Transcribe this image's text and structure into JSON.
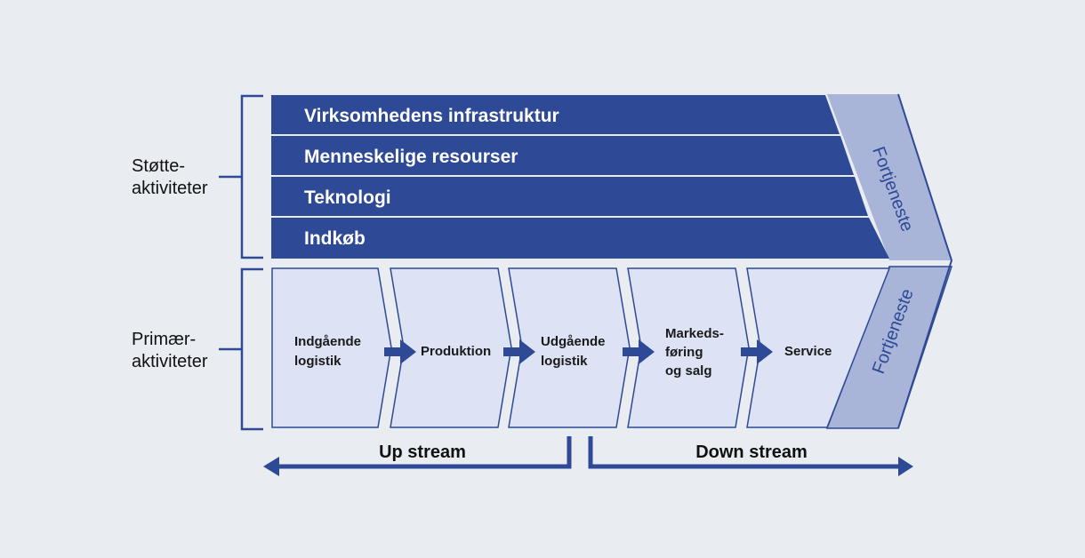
{
  "support_group": {
    "line1": "Støtte-",
    "line2": "aktiviteter"
  },
  "primary_group": {
    "line1": "Primær-",
    "line2": "aktiviteter"
  },
  "support_activities": [
    "Virksomhedens infrastruktur",
    "Menneskelige resourser",
    "Teknologi",
    "Indkøb"
  ],
  "primary_activities": [
    [
      "Indgående",
      "logistik"
    ],
    [
      "Produktion"
    ],
    [
      "Udgående",
      "logistik"
    ],
    [
      "Markeds-",
      "føring",
      "og salg"
    ],
    [
      "Service"
    ]
  ],
  "margin_upper": "Fortjeneste",
  "margin_lower": "Fortjeneste",
  "upstream": "Up stream",
  "downstream": "Down stream",
  "colors": {
    "dark_blue": "#2e4a96",
    "light_block": "#dde2f5",
    "margin": "#a8b4d8",
    "background": "#e9ecf1"
  }
}
